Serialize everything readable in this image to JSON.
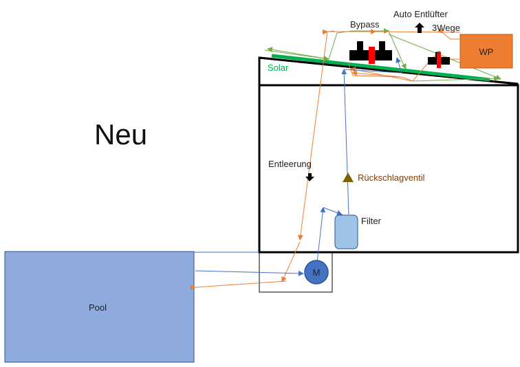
{
  "title": "Neu",
  "labels": {
    "bypass": "Bypass",
    "auto_vent": "Auto Entlüfter",
    "three_way": "3Wege",
    "heat_pump": "WP",
    "solar": "Solar",
    "drain": "Entleerung",
    "check_valve": "Rückschlagventil",
    "filter": "Filter",
    "motor": "M",
    "pool": "Pool"
  },
  "colors": {
    "flow_line": "#ed7d31",
    "return_line": "#4472c4",
    "solar_line": "#70ad47",
    "solar_panel": "#00b050",
    "heat_pump": "#ed7d31",
    "pool": "#8faadc",
    "filter": "#9dc3e6",
    "motor": "#4472c4",
    "check_valve": "#806000",
    "valve_marker": "#ff0000"
  }
}
